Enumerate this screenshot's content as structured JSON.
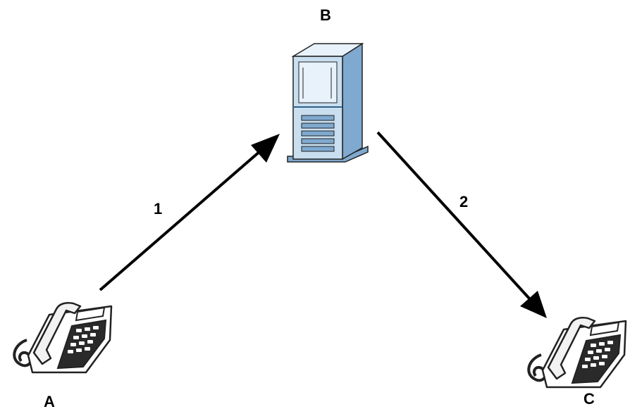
{
  "diagram": {
    "nodes": {
      "a": {
        "label": "A",
        "icon": "desk-phone-icon"
      },
      "b": {
        "label": "B",
        "icon": "server-tower-icon"
      },
      "c": {
        "label": "C",
        "icon": "desk-phone-icon"
      }
    },
    "steps": {
      "s1": {
        "label": "1"
      },
      "s2": {
        "label": "2"
      }
    },
    "colors": {
      "arrow": "#000000",
      "server_front": "#c9dff0",
      "server_side": "#7fa9cf",
      "phone_body": "#ffffff",
      "phone_keypad": "#2a2a2a"
    }
  }
}
